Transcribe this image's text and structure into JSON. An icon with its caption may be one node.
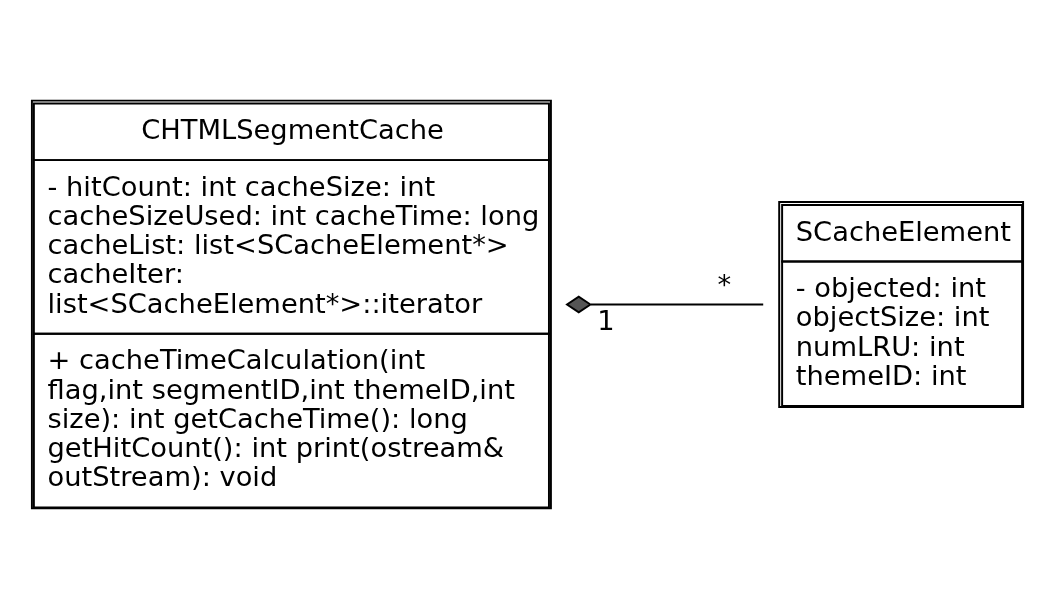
{
  "diagram": {
    "nodes": [
      {
        "text": [
          "CHTMLSegmentCache",
          "- hitCount: int cacheSize: int cacheSizeUsed: int cacheTime: long cacheList: list<SCacheElement*> cacheIter: list<SCacheElement*>::iterator",
          "+ cacheTimeCalculation(int flag,int segmentID,int themeID,int size): int getCacheTime(): long getHitCount(): int print(ostream& outStream): void"
        ]
      },
      {
        "text": [
          "SCacheElement",
          "- objected: int objectSize: int numLRU: int themeID: int"
        ]
      }
    ],
    "edges": [
      {
        "from": 0,
        "to": 1,
        "arrow": "other"
      }
    ],
    "labels": [
      "1",
      "*"
    ]
  }
}
